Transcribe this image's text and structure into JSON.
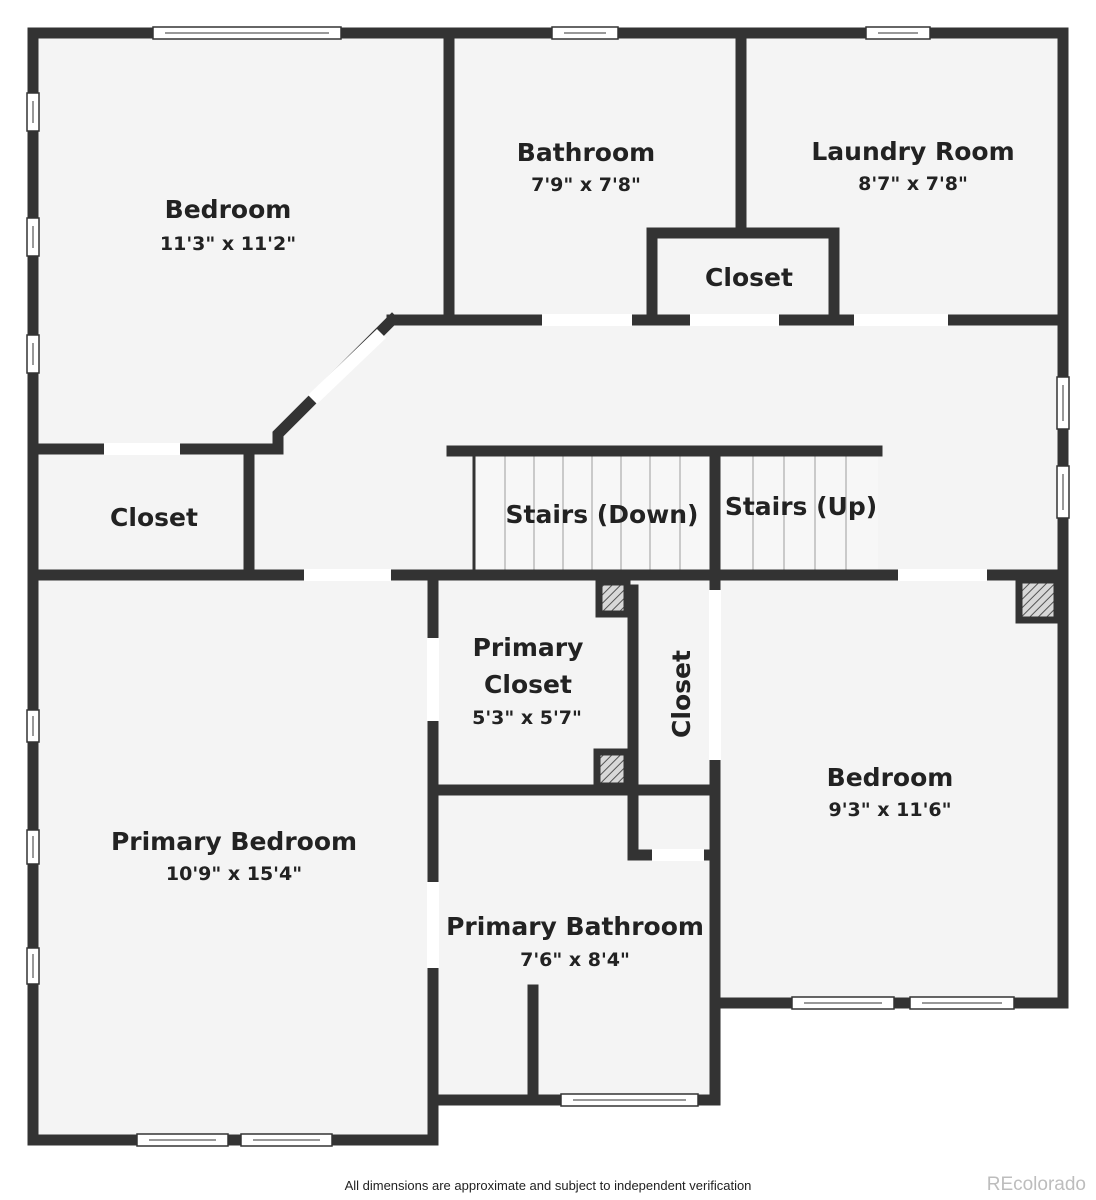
{
  "floor_plan": {
    "rooms": {
      "bedroom_top_left": {
        "name": "Bedroom",
        "dims": "11'3\" x 11'2\""
      },
      "bathroom": {
        "name": "Bathroom",
        "dims": "7'9\" x 7'8\""
      },
      "laundry": {
        "name": "Laundry Room",
        "dims": "8'7\" x 7'8\""
      },
      "closet_top": {
        "name": "Closet"
      },
      "closet_left": {
        "name": "Closet"
      },
      "stairs_down": {
        "name": "Stairs (Down)"
      },
      "stairs_up": {
        "name": "Stairs (Up)"
      },
      "primary_closet": {
        "name_line1": "Primary",
        "name_line2": "Closet",
        "dims": "5'3\" x 5'7\""
      },
      "closet_vertical": {
        "name": "Closet"
      },
      "bedroom_right": {
        "name": "Bedroom",
        "dims": "9'3\" x 11'6\""
      },
      "primary_bedroom": {
        "name": "Primary Bedroom",
        "dims": "10'9\" x 15'4\""
      },
      "primary_bathroom": {
        "name": "Primary Bathroom",
        "dims": "7'6\" x 8'4\""
      }
    },
    "colors": {
      "wall": "#333333",
      "floor": "#f4f4f4",
      "window": "#ffffff"
    }
  },
  "footer": {
    "disclaimer": "All dimensions are approximate and subject to independent verification",
    "brand": "REcolorado"
  }
}
